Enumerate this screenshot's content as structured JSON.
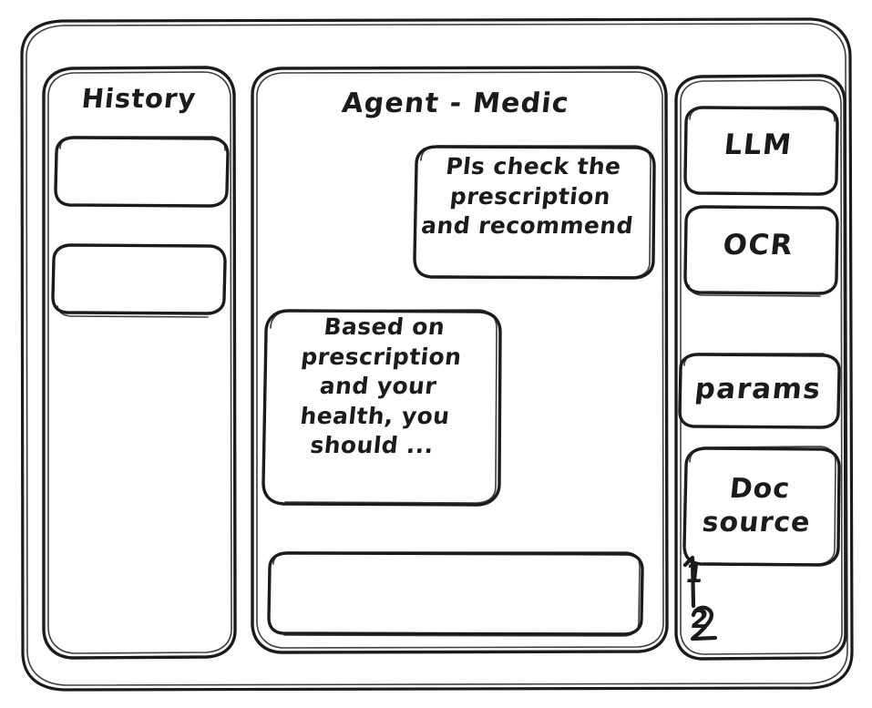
{
  "window": {
    "name": "agent-medic-wireframe",
    "style": "hand-drawn-sketch",
    "stroke_color": "#1b1b1b",
    "background_color": "#ffffff"
  },
  "history_panel": {
    "title": "History",
    "items": [
      {
        "label": ""
      },
      {
        "label": ""
      }
    ]
  },
  "chat_panel": {
    "title": "Agent - Medic",
    "messages": [
      {
        "role": "user",
        "text": "Pls check the\nprescription\nand recommend"
      },
      {
        "role": "agent",
        "text": "Based on\nprescription\nand your\nhealth, you\nshould ..."
      }
    ],
    "composer": {
      "value": "",
      "placeholder": ""
    }
  },
  "tools_panel": {
    "cards": [
      {
        "label": "LLM"
      },
      {
        "label": "OCR"
      },
      {
        "label": "params"
      },
      {
        "label": "Doc\nsource"
      }
    ],
    "doc_sources": [
      {
        "label": "1"
      },
      {
        "label": "2"
      }
    ]
  }
}
